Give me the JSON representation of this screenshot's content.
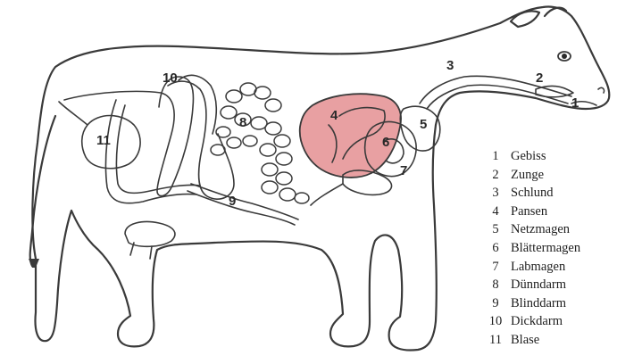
{
  "diagram": {
    "labels": {
      "gebiss": "1",
      "zunge": "2",
      "schlund": "3",
      "pansen": "4",
      "netzmagen": "5",
      "blaettermagen": "6",
      "labmagen": "7",
      "duenndarm": "8",
      "blinddarm": "9",
      "dickdarm": "10",
      "blase": "11"
    },
    "colors": {
      "pansen_fill": "#e8a0a2",
      "outline": "#3a3a3a"
    }
  },
  "legend": {
    "items": [
      {
        "number": "1",
        "name": "Gebiss"
      },
      {
        "number": "2",
        "name": "Zunge"
      },
      {
        "number": "3",
        "name": "Schlund"
      },
      {
        "number": "4",
        "name": "Pansen"
      },
      {
        "number": "5",
        "name": "Netzmagen"
      },
      {
        "number": "6",
        "name": "Blättermagen"
      },
      {
        "number": "7",
        "name": "Labmagen"
      },
      {
        "number": "8",
        "name": "Dünndarm"
      },
      {
        "number": "9",
        "name": "Blinddarm"
      },
      {
        "number": "10",
        "name": "Dickdarm"
      },
      {
        "number": "11",
        "name": "Blase"
      }
    ]
  }
}
